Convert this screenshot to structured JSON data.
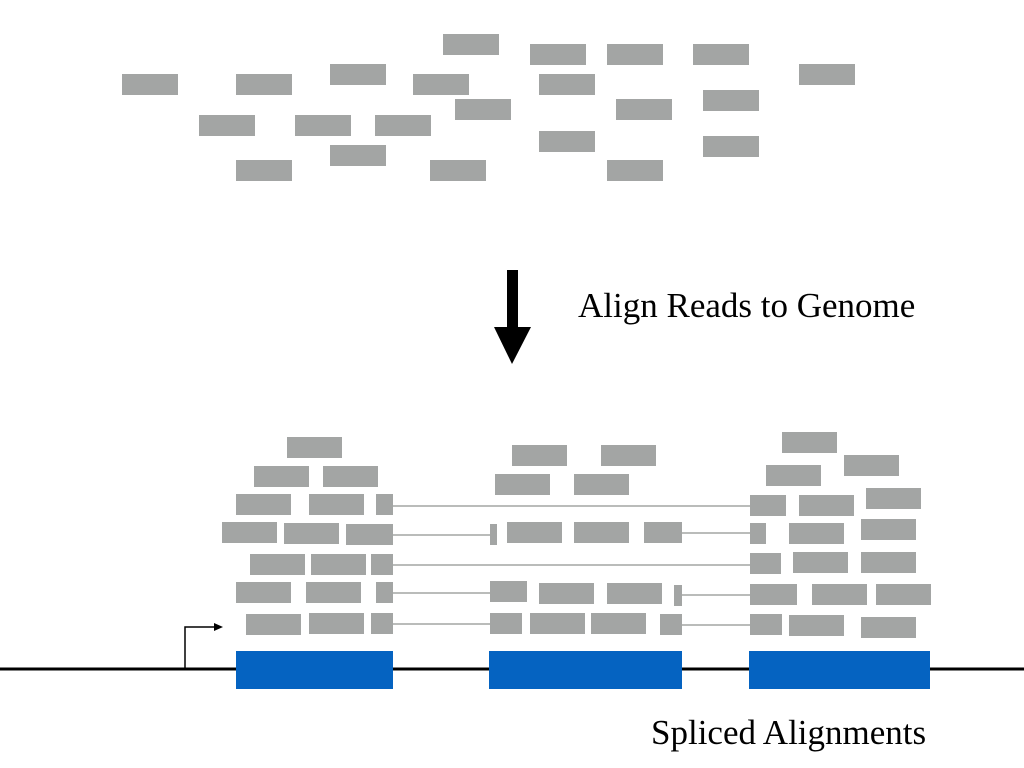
{
  "labels": {
    "align_step": "Align Reads to Genome",
    "result": "Spliced Alignments"
  },
  "colors": {
    "read": "#a3a5a4",
    "exon": "#0563c1",
    "genome_line": "#000000",
    "arrow": "#000000",
    "junction_line": "#a3a5a4"
  },
  "icons": {
    "process_arrow": "down-arrow-icon",
    "transcription_start": "tss-arrow-icon"
  },
  "exon_count": 3
}
